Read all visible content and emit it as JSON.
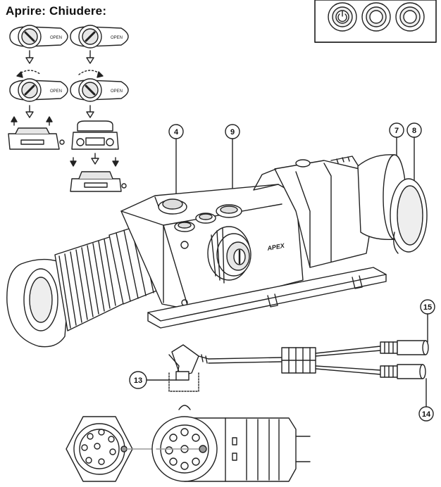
{
  "heading": "Aprire: Chiudere:",
  "knob_label": "OPEN",
  "brand_label": "APEX",
  "callouts": {
    "c4": "4",
    "c9": "9",
    "c7": "7",
    "c8": "8",
    "c13": "13",
    "c14": "14",
    "c15": "15"
  },
  "colors": {
    "line": "#222222",
    "fill": "#ffffff",
    "shade": "#d8d8d8",
    "dark": "#555555"
  }
}
